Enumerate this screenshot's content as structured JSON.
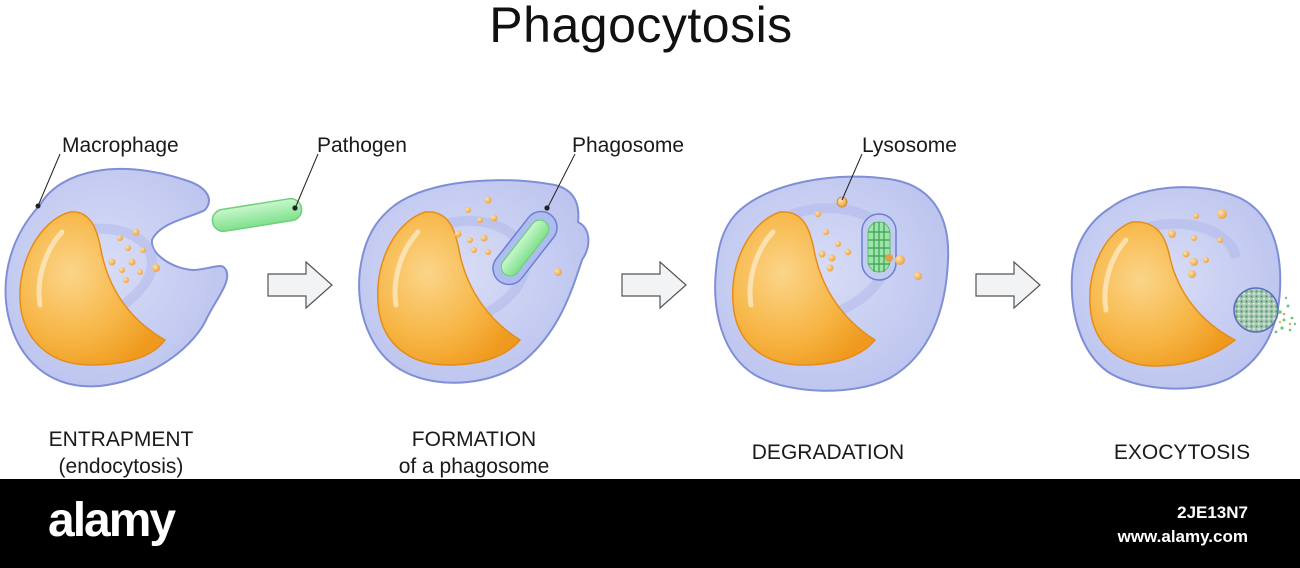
{
  "title": "Phagocytosis",
  "callouts": {
    "macrophage": "Macrophage",
    "pathogen": "Pathogen",
    "phagosome": "Phagosome",
    "lysosome": "Lysosome"
  },
  "stages": [
    {
      "line1": "ENTRAPMENT",
      "line2": "(endocytosis)"
    },
    {
      "line1": "FORMATION",
      "line2": "of a phagosome"
    },
    {
      "line1": "DEGRADATION",
      "line2": ""
    },
    {
      "line1": "EXOCYTOSIS",
      "line2": ""
    }
  ],
  "watermark": {
    "brand": "alamy",
    "image_id": "2JE13N7",
    "site": "www.alamy.com"
  },
  "colors": {
    "cytoplasm": "#c9cff2",
    "membrane": "#7f8fd6",
    "nucleus": "#f7b646",
    "nucleus_dark": "#ef9a1e",
    "granule": "#f4b45a",
    "pathogen": "#8fea9a",
    "arrow": "#f2f3f5",
    "footer": "#000000"
  }
}
